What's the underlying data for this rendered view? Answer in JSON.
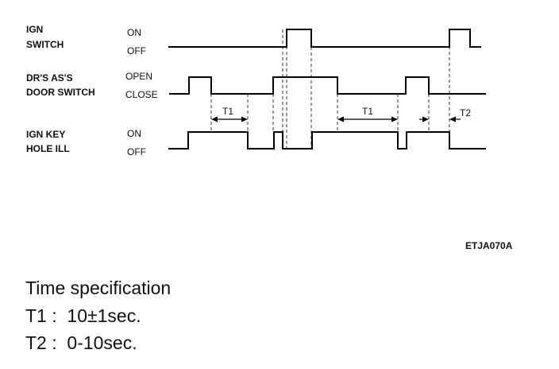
{
  "signals": [
    {
      "name_lines": [
        "IGN",
        "SWITCH"
      ],
      "high_label": "ON",
      "low_label": "OFF"
    },
    {
      "name_lines": [
        "DR'S AS'S",
        "DOOR SWITCH"
      ],
      "high_label": "OPEN",
      "low_label": "CLOSE"
    },
    {
      "name_lines": [
        "IGN KEY",
        "HOLE ILL"
      ],
      "high_label": "ON",
      "low_label": "OFF"
    }
  ],
  "intervals": [
    {
      "label": "T1"
    },
    {
      "label": "T1"
    },
    {
      "label": "T2"
    }
  ],
  "figure_code": "ETJA070A",
  "spec": {
    "title": "Time specification",
    "t1": "T1 :  10±1sec.",
    "t2": "T2 :  0-10sec."
  }
}
